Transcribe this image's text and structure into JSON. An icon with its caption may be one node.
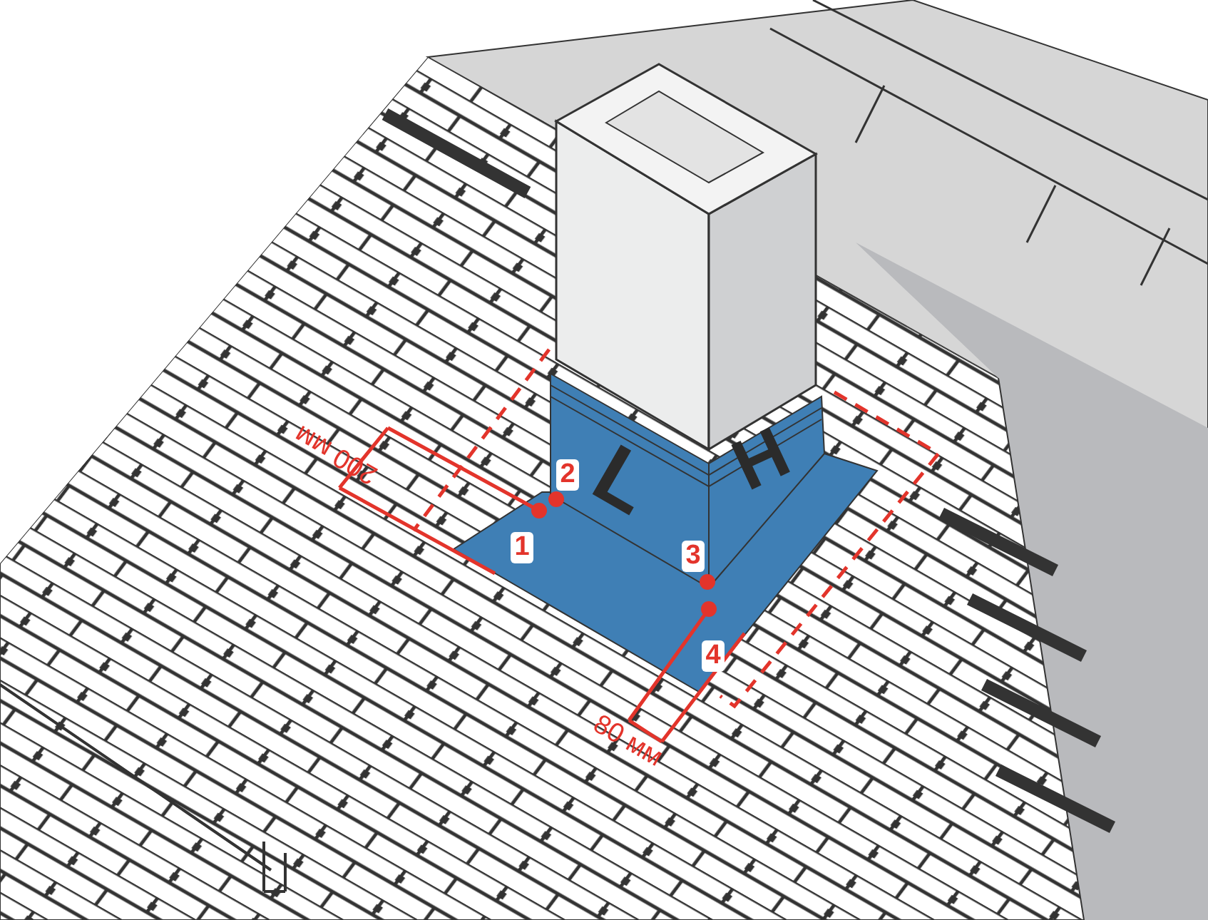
{
  "diagram": {
    "labels": [
      "200 мм",
      "L",
      "H",
      "2",
      "1",
      "3",
      "4",
      "80 мм"
    ]
  }
}
